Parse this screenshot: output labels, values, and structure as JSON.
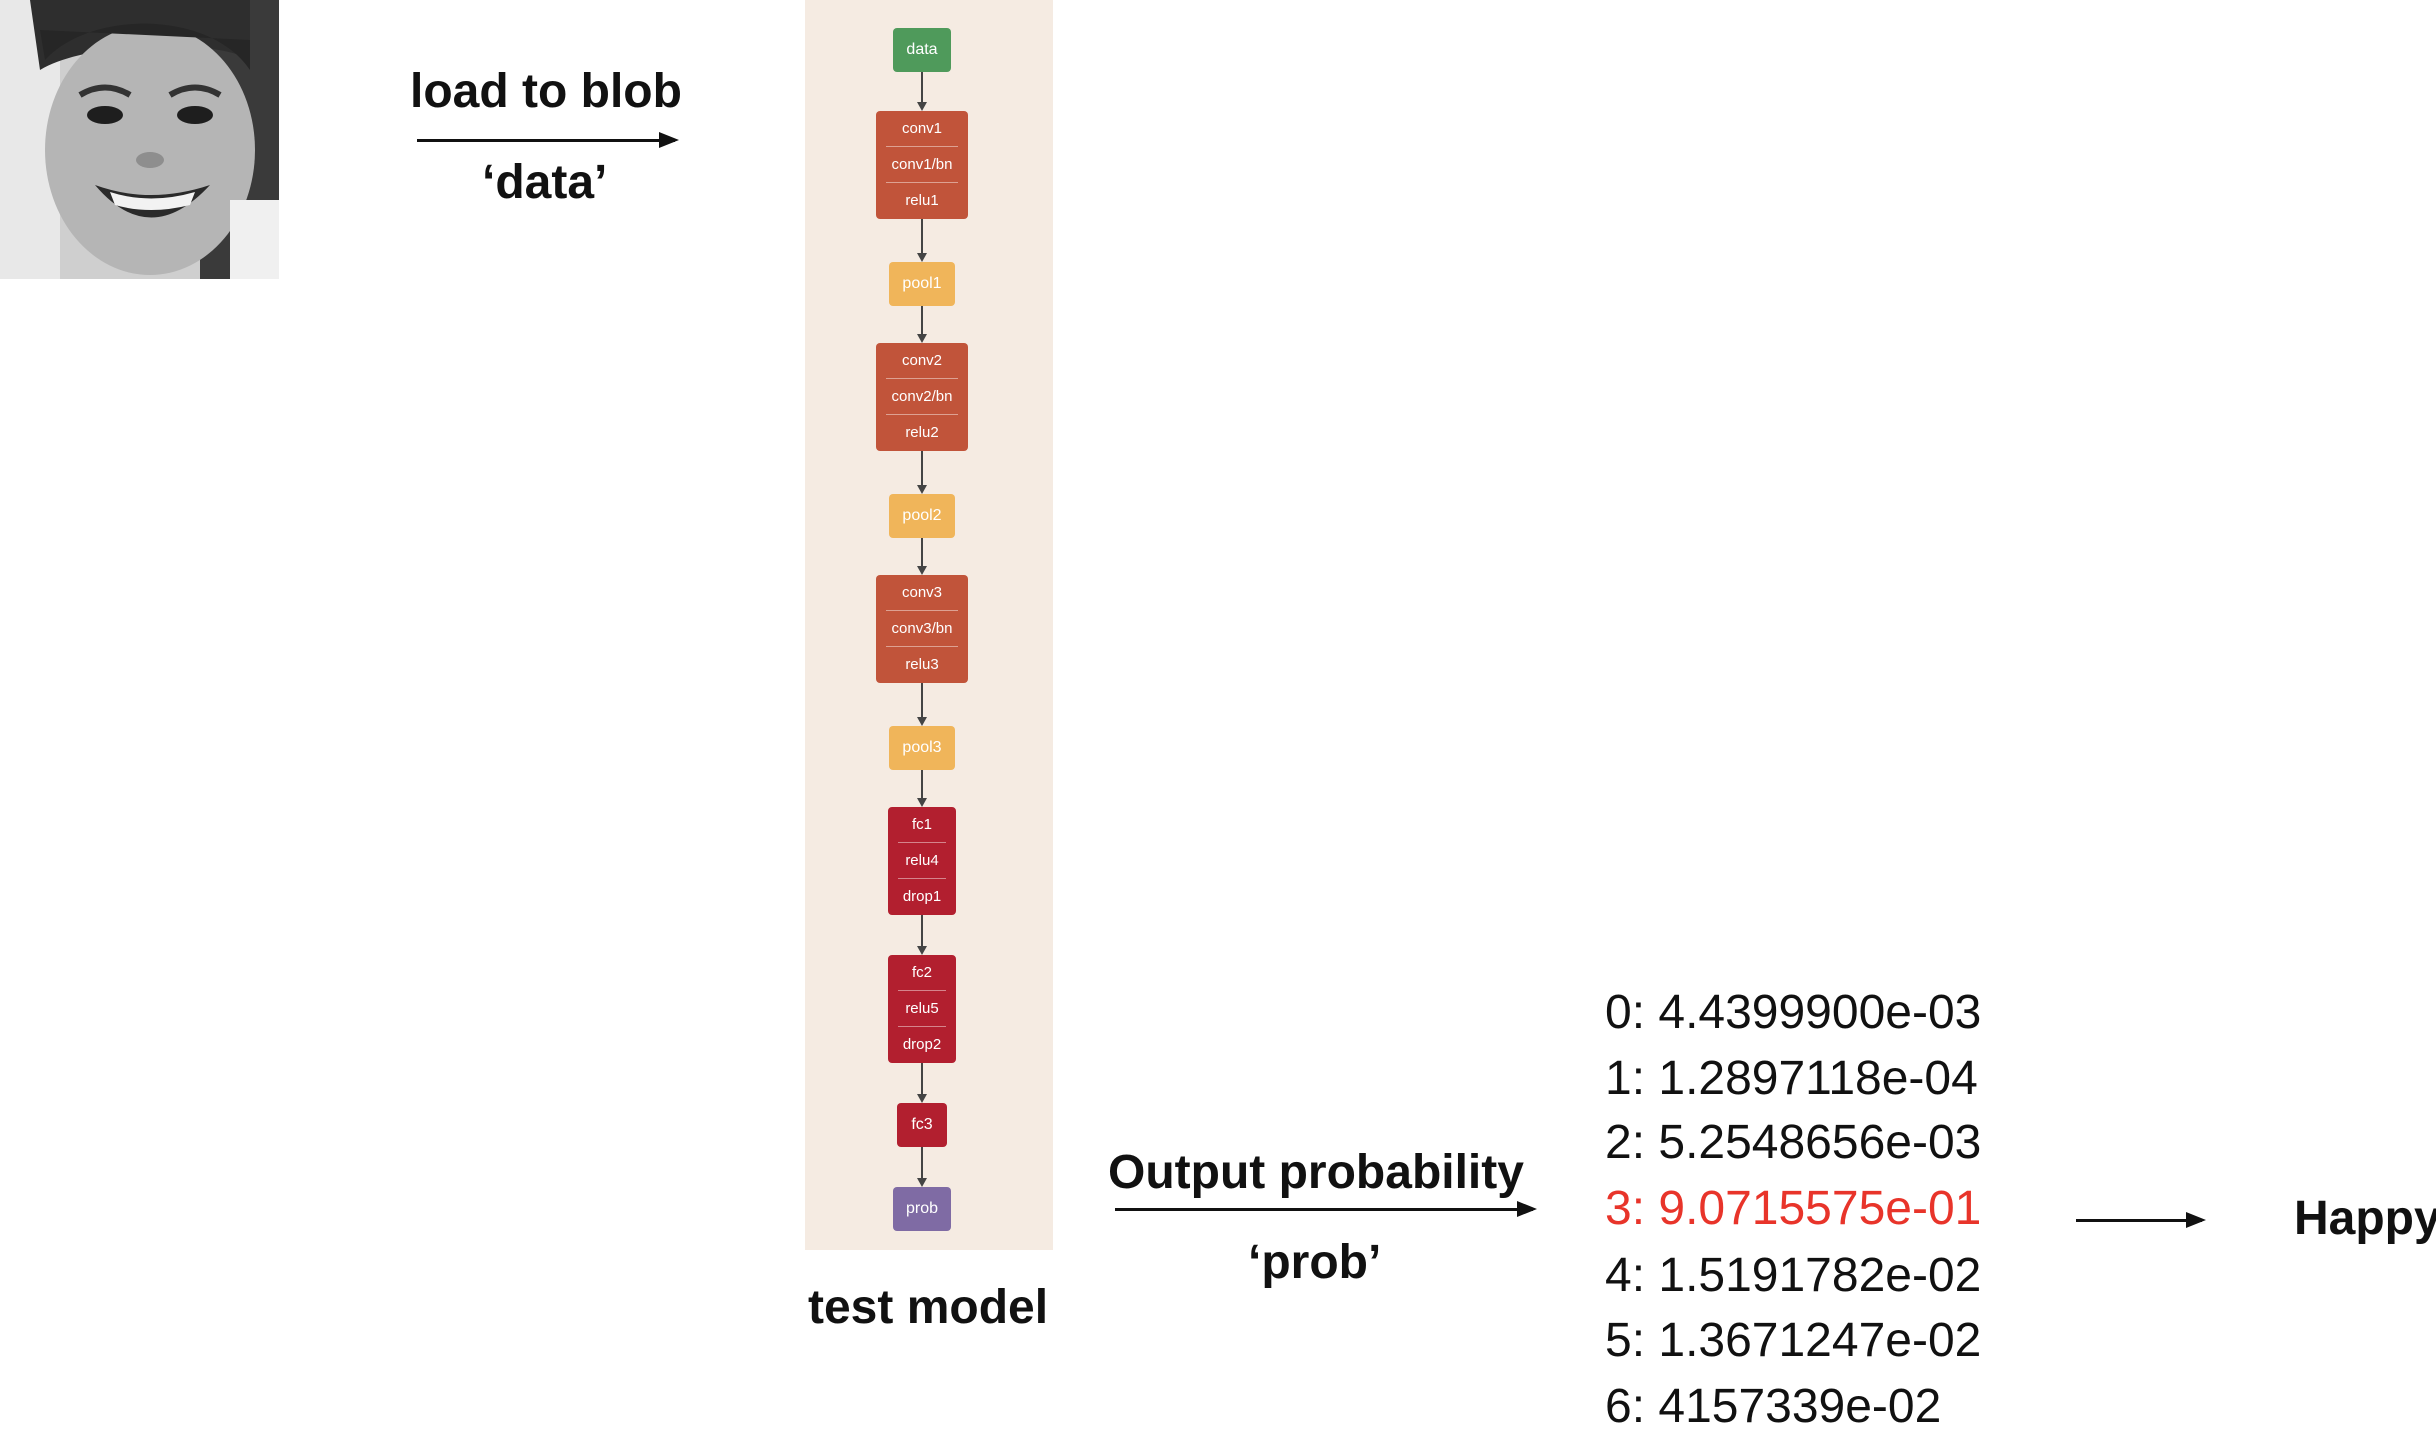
{
  "input_arrow": {
    "label_top": "load to blob",
    "label_bottom": "‘data’"
  },
  "model": {
    "caption": "test model",
    "colors": {
      "data": "#4f9a5b",
      "conv": "#c1543a",
      "pool": "#f0b55a",
      "fc": "#b21f2f",
      "prob": "#7f6ba4",
      "panel": "#f5ebe2"
    },
    "nodes": [
      {
        "id": "data",
        "kind": "data",
        "rows": [
          "data"
        ]
      },
      {
        "id": "conv1",
        "kind": "conv",
        "rows": [
          "conv1",
          "conv1/bn",
          "relu1"
        ]
      },
      {
        "id": "pool1",
        "kind": "pool",
        "rows": [
          "pool1"
        ]
      },
      {
        "id": "conv2",
        "kind": "conv",
        "rows": [
          "conv2",
          "conv2/bn",
          "relu2"
        ]
      },
      {
        "id": "pool2",
        "kind": "pool",
        "rows": [
          "pool2"
        ]
      },
      {
        "id": "conv3",
        "kind": "conv",
        "rows": [
          "conv3",
          "conv3/bn",
          "relu3"
        ]
      },
      {
        "id": "pool3",
        "kind": "pool",
        "rows": [
          "pool3"
        ]
      },
      {
        "id": "fc1",
        "kind": "fc",
        "rows": [
          "fc1",
          "relu4",
          "drop1"
        ]
      },
      {
        "id": "fc2",
        "kind": "fc",
        "rows": [
          "fc2",
          "relu5",
          "drop2"
        ]
      },
      {
        "id": "fc3",
        "kind": "fc",
        "rows": [
          "fc3"
        ]
      },
      {
        "id": "prob",
        "kind": "prob",
        "rows": [
          "prob"
        ]
      }
    ]
  },
  "output_arrow": {
    "label_top": "Output probability",
    "label_bottom": "‘prob’"
  },
  "probabilities": [
    {
      "text": "0: 4.4399900e-03",
      "highlight": false
    },
    {
      "text": "1: 1.2897118e-04",
      "highlight": false
    },
    {
      "text": "2: 5.2548656e-03",
      "highlight": false
    },
    {
      "text": "3: 9.0715575e-01",
      "highlight": true
    },
    {
      "text": "4: 1.5191782e-02",
      "highlight": false
    },
    {
      "text": "5: 1.3671247e-02",
      "highlight": false
    },
    {
      "text": "6: 4157339e-02",
      "highlight": false
    }
  ],
  "result": {
    "label": "Happy"
  },
  "highlight_color": "#e8342a"
}
